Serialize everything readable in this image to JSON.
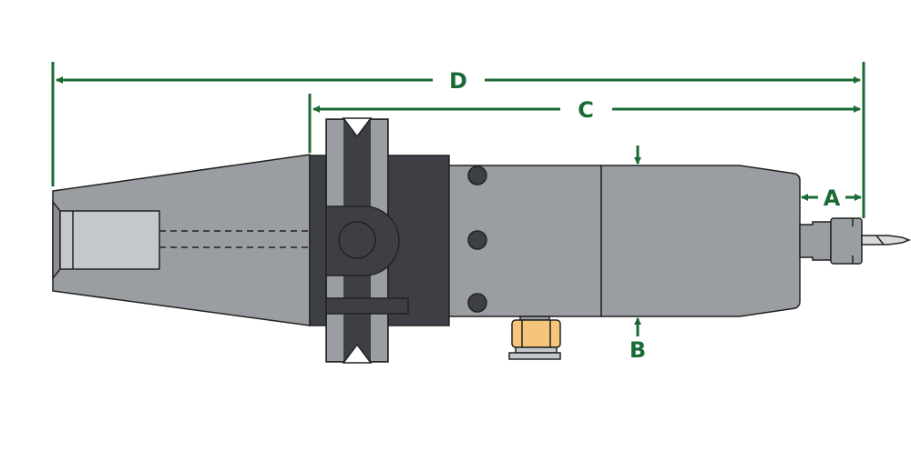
{
  "labels": {
    "overall_length": "D",
    "gauge_length": "C",
    "body_diameter": "B",
    "nose_projection": "A"
  },
  "colors": {
    "dimension": "#1b6a36",
    "body": "#9a9da1",
    "dark": "#3d3f44",
    "light": "#c5c8cb",
    "nut": "#f5c57c"
  }
}
